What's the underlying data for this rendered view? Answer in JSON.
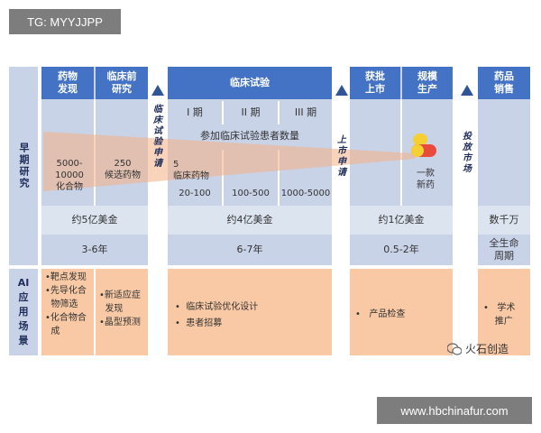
{
  "tg_label": "TG: MYYJJPP",
  "watermark": "www.hbchinafur.com",
  "brand": "火石创造",
  "row_labels": {
    "early": "早期研究",
    "ai": "AI应用场景"
  },
  "headers": {
    "drug_discovery": "药物发现",
    "preclinical": "临床前研究",
    "clinical": "临床试验",
    "approval": "获批上市",
    "scale": "规模生产",
    "sales": "药品销售"
  },
  "phases": [
    "I 期",
    "II 期",
    "III 期"
  ],
  "participants_label": "参加临床试验患者数量",
  "discovery_count": "5000-10000\n化合物",
  "preclinical_count": "250\n候选药物",
  "clinical_drugs": "5\n临床药物",
  "participants": [
    "20-100",
    "100-500",
    "1000-5000"
  ],
  "new_drug": "一款\n新药",
  "costs": {
    "early": "约5亿美金",
    "clinical": "约4亿美金",
    "approval": "约1亿美金",
    "sales": "数千万"
  },
  "durations": {
    "early": "3-6年",
    "clinical": "6-7年",
    "approval": "0.5-2年",
    "sales": "全生命\n周期"
  },
  "transitions": {
    "clinical_application": "临床试验申请",
    "market_application": "上市申请",
    "market_launch": "投放市场"
  },
  "ai": {
    "discovery": [
      "•靶点发现",
      "•先导化合",
      "  物筛选",
      "•化合物合",
      "  成"
    ],
    "preclinical": [
      "•新适应症",
      "  发现",
      "•晶型预测"
    ],
    "clinical": [
      "•  临床试验优化设计",
      "•  患者招募"
    ],
    "approval": [
      "•   产品检查"
    ],
    "sales": [
      "•   学术",
      "    推广"
    ]
  },
  "colors": {
    "header": "#4472c4",
    "block": "#c9d3e8",
    "ai": "#f8c9a4",
    "funnel": "#f4b183",
    "arrow": "#2f5597"
  }
}
